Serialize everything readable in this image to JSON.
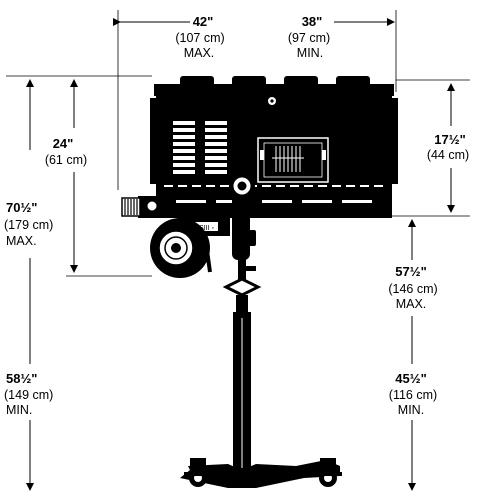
{
  "dimensions": {
    "width_max": {
      "value": "42\"",
      "metric": "(107 cm)",
      "qualifier": "MAX."
    },
    "width_min": {
      "value": "38\"",
      "metric": "(97 cm)",
      "qualifier": "MIN."
    },
    "head_drop": {
      "value": "24\"",
      "metric": "(61 cm)"
    },
    "head_height": {
      "value": "17½\"",
      "metric": "(44 cm)"
    },
    "overall_height_max": {
      "value": "70½\"",
      "metric": "(179 cm)",
      "qualifier": "MAX."
    },
    "overall_height_min": {
      "value": "58½\"",
      "metric": "(149 cm)",
      "qualifier": "MIN."
    },
    "stand_height_max": {
      "value": "57½\"",
      "metric": "(146 cm)",
      "qualifier": "MAX."
    },
    "stand_height_min": {
      "value": "45½\"",
      "metric": "(116 cm)",
      "qualifier": "MIN."
    }
  }
}
